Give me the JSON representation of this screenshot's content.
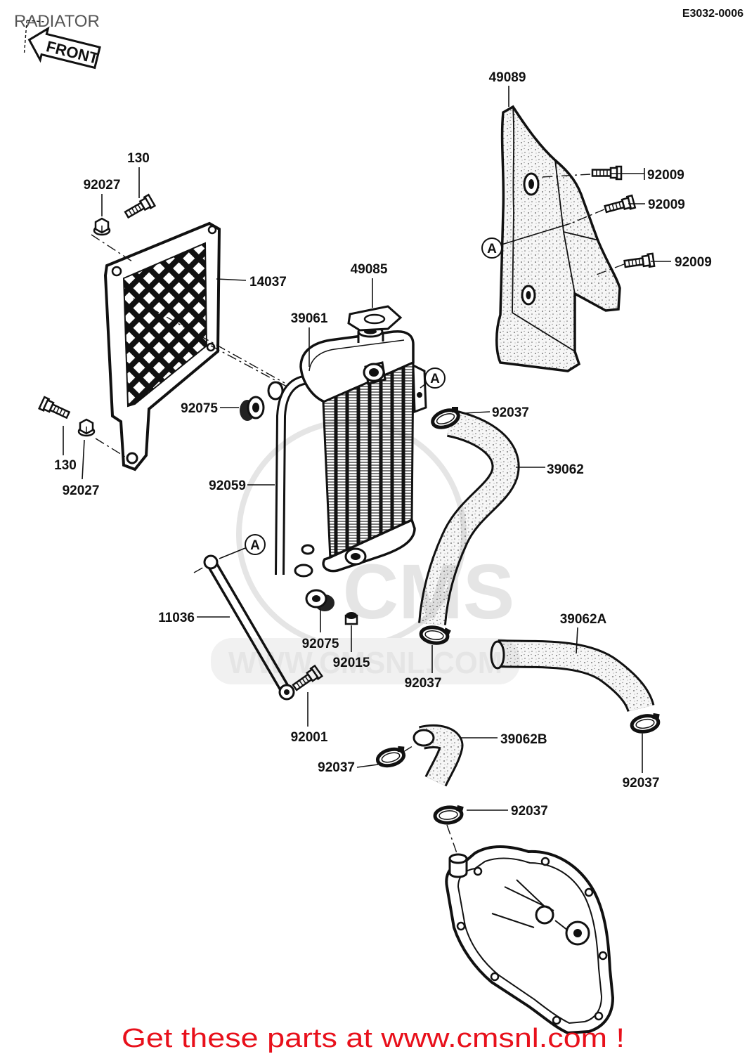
{
  "header": {
    "title": "RADIATOR",
    "drawing_code": "E3032-0006",
    "front_label": "FRONT"
  },
  "reference_mark": "A",
  "callouts": {
    "shroud": "49089",
    "bolt_shroud_1": "92009",
    "bolt_shroud_2": "92009",
    "bolt_shroud_3": "92009",
    "bolt_top": "130",
    "nut_top": "92027",
    "grille": "14037",
    "cap_seal": "49085",
    "radiator": "39061",
    "rubber_mount_upper": "92075",
    "clamp_upper": "92037",
    "hose_upper": "39062",
    "bolt_bottom": "130",
    "nut_bottom": "92027",
    "overflow_pipe": "92059",
    "stay": "11036",
    "rubber_mount_lower": "92075",
    "collar": "92015",
    "clamp_hose_lower": "92037",
    "hose_a": "39062A",
    "bolt_stay": "92001",
    "hose_b": "39062B",
    "clamp_hose_b": "92037",
    "clamp_hose_a": "92037",
    "clamp_pump": "92037"
  },
  "watermark": {
    "logo": "CMS",
    "url": "WWW.CMSNL.COM"
  },
  "footer": {
    "promo": "Get these parts at www.cmsnl.com !"
  },
  "colors": {
    "ink": "#111111",
    "footer": "#e8101b",
    "watermark": "#cfcfcf"
  }
}
